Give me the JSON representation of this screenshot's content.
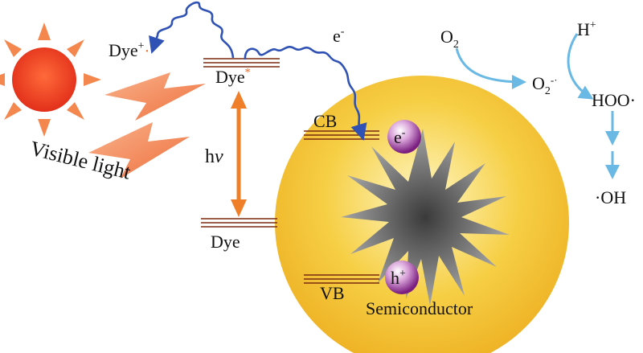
{
  "labels": {
    "dye_plus": "Dye",
    "dye_plus_sup": "+",
    "dye_plus_dot": "·",
    "dye_excited": "Dye",
    "dye_excited_sup": "*",
    "dye_ground": "Dye",
    "electron_label": "e",
    "electron_label_sup": "-",
    "hv_h": "h",
    "hv_nu": "v",
    "visible_light": "Visible light",
    "cb": "CB",
    "vb": "VB",
    "semiconductor": "Semiconductor",
    "electron_particle": "e",
    "electron_particle_sup": "-",
    "hole_particle": "h",
    "hole_particle_sup": "+",
    "o2": "O",
    "o2_sub": "2",
    "superoxide": "O",
    "superoxide_sub": "2",
    "superoxide_sup": "-·",
    "h_plus": "H",
    "h_plus_sup": "+",
    "hoo": "HOO·",
    "oh": "·OH"
  },
  "colors": {
    "sun": "#e8331c",
    "sun_rays": "#f4874e",
    "light_bolts": "#f2875a",
    "semiconductor_fill": "#f2c12e",
    "semiconductor_glow": "#fff4b0",
    "star": "#7a7a7a",
    "level_lines": "#7a2a10",
    "excitation_arrow": "#f07f2a",
    "electron_transfer": "#2f52b4",
    "ros_arrows": "#6ab9e4",
    "particle": "#8a2b8c"
  }
}
